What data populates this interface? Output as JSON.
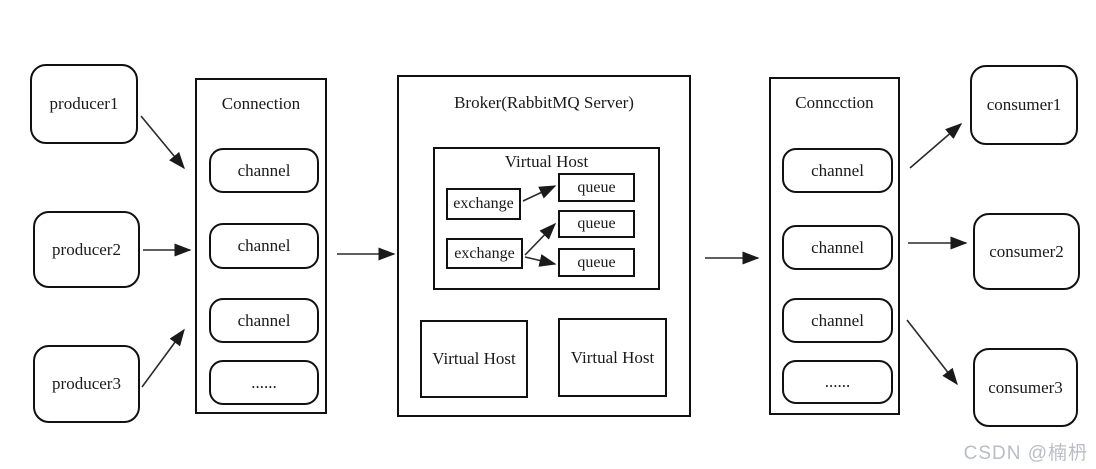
{
  "colors": {
    "ink": "#1a1a1a",
    "border": "#111111",
    "arrow": "#2a2a2a",
    "background": "#ffffff",
    "watermark_gray": "#b9bdc6"
  },
  "producers": [
    {
      "label": "producer1"
    },
    {
      "label": "producer2"
    },
    {
      "label": "producer3"
    }
  ],
  "left_connection": {
    "title": "Connection",
    "channels": [
      "channel",
      "channel",
      "channel",
      "......"
    ]
  },
  "broker": {
    "title": "Broker(RabbitMQ Server)",
    "virtual_host": {
      "title": "Virtual Host",
      "exchanges": [
        "exchange",
        "exchange"
      ],
      "queues": [
        "queue",
        "queue",
        "queue"
      ]
    },
    "other_virtual_hosts": [
      "Virtual Host",
      "Virtual Host"
    ]
  },
  "right_connection": {
    "title": "Conncction",
    "channels": [
      "channel",
      "channel",
      "channel",
      "......"
    ]
  },
  "consumers": [
    {
      "label": "consumer1"
    },
    {
      "label": "consumer2"
    },
    {
      "label": "consumer3"
    }
  ],
  "icons": {
    "arrowhead": "filled-triangle-arrowhead"
  },
  "watermark": "CSDN @楠枬"
}
